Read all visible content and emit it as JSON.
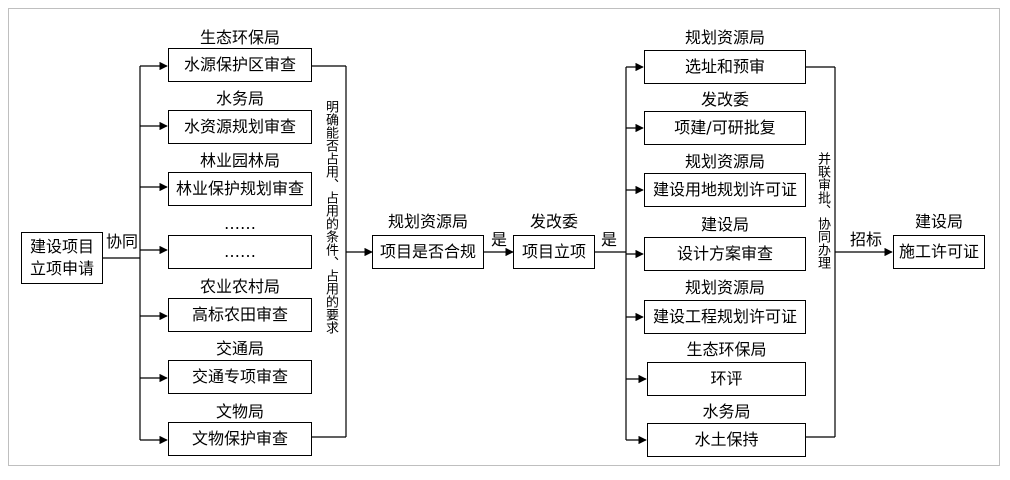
{
  "start": {
    "text": "建设项目\n立项申请"
  },
  "coordination_label": "协同",
  "left_branch": [
    {
      "agency": "生态环保局",
      "review": "水源保护区审查"
    },
    {
      "agency": "水务局",
      "review": "水资源规划审查"
    },
    {
      "agency": "林业园林局",
      "review": "林业保护规划审查"
    },
    {
      "agency": "……",
      "review": "……"
    },
    {
      "agency": "农业农村局",
      "review": "高标农田审查"
    },
    {
      "agency": "交通局",
      "review": "交通专项审查"
    },
    {
      "agency": "文物局",
      "review": "文物保护审查"
    }
  ],
  "left_merge_note": "明确能否占用、占用的条件、占用的要求",
  "compliance": {
    "agency": "规划资源局",
    "box": "项目是否合规"
  },
  "yes_label_1": "是",
  "approval": {
    "agency": "发改委",
    "box": "项目立项"
  },
  "yes_label_2": "是",
  "right_branch": [
    {
      "agency": "规划资源局",
      "step": "选址和预审"
    },
    {
      "agency": "发改委",
      "step": "项建/可研批复"
    },
    {
      "agency": "规划资源局",
      "step": "建设用地规划许可证"
    },
    {
      "agency": "建设局",
      "step": "设计方案审查"
    },
    {
      "agency": "规划资源局",
      "step": "建设工程规划许可证"
    },
    {
      "agency": "生态环保局",
      "step": "环评"
    },
    {
      "agency": "水务局",
      "step": "水土保持"
    }
  ],
  "right_merge_note": "并联审批、协同办理",
  "bidding_label": "招标",
  "final": {
    "agency": "建设局",
    "box": "施工许可证"
  }
}
